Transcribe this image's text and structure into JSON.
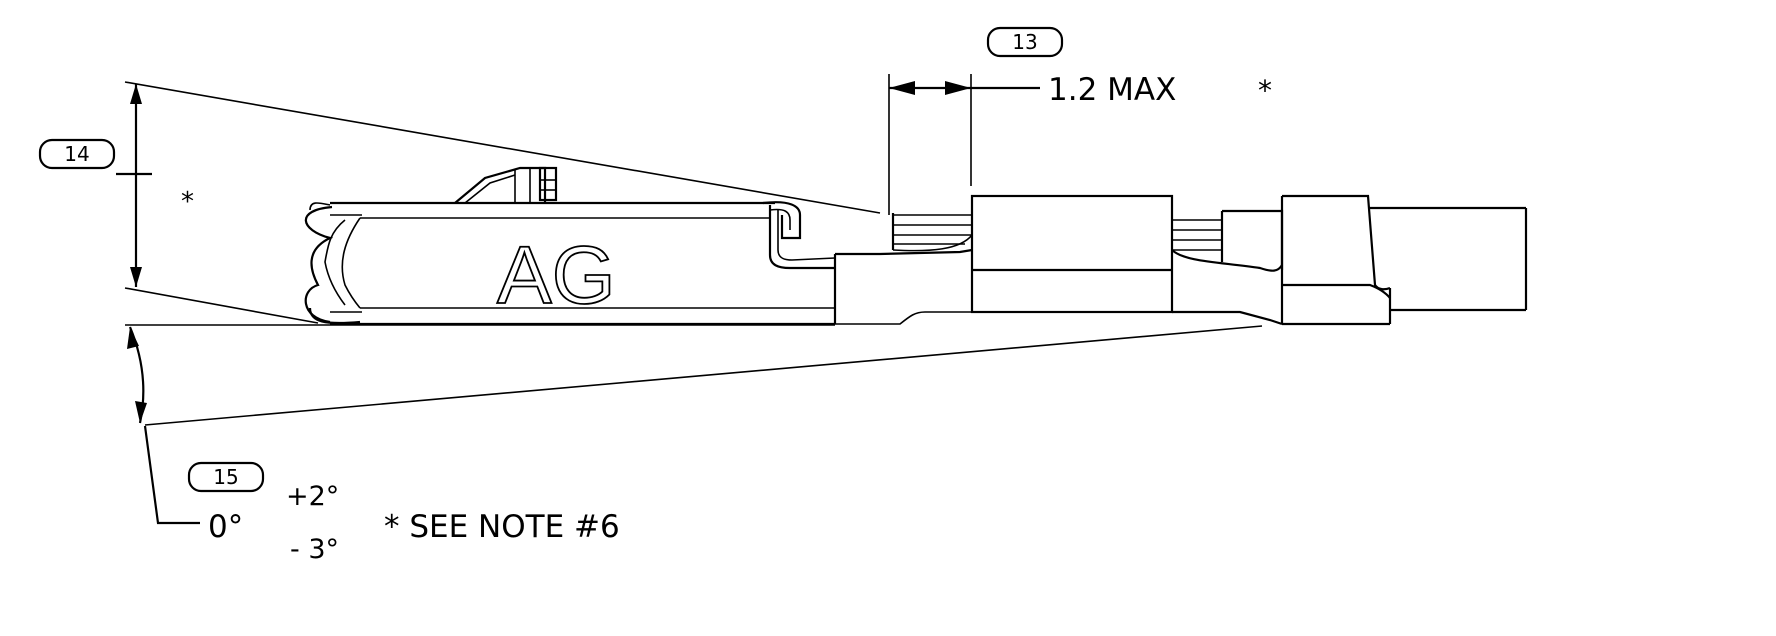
{
  "balloons": {
    "b13": "13",
    "b14": "14",
    "b15": "15"
  },
  "dimensions": {
    "max_length": "1.2 MAX",
    "max_length_marker": "*",
    "height_marker": "*",
    "angle_nominal": "0°",
    "angle_plus": "+2°",
    "angle_minus": "- 3°",
    "note_ref": "* SEE NOTE #6"
  },
  "part_marking": "AG"
}
